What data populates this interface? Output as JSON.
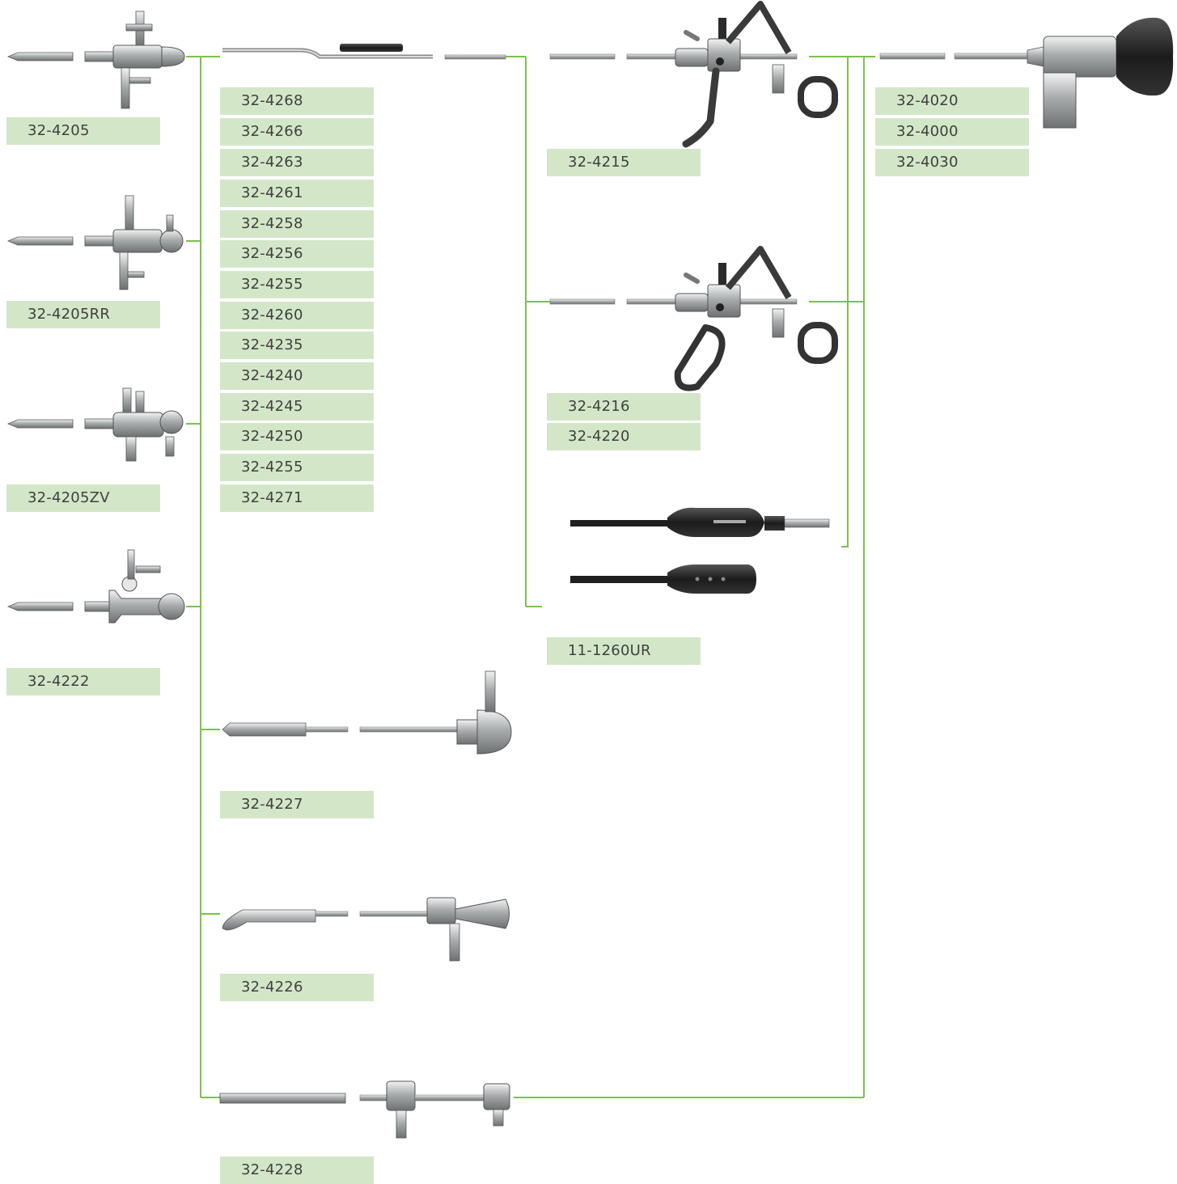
{
  "colors": {
    "connector": "#7dc14d",
    "label_bg": "#d3e7c8",
    "label_text": "#404040",
    "metal": "#b9bcbd",
    "dark": "#2a2a2a"
  },
  "sheaths": [
    "32-4205",
    "32-4205RR",
    "32-4205ZV",
    "32-4222"
  ],
  "obturators": [
    "32-4268",
    "32-4266",
    "32-4263",
    "32-4261",
    "32-4258",
    "32-4256",
    "32-4255",
    "32-4260",
    "32-4235",
    "32-4240",
    "32-4245",
    "32-4250",
    "32-4255",
    "32-4271"
  ],
  "bridges": [
    "32-4227",
    "32-4226",
    "32-4228"
  ],
  "working_elements": {
    "passive": [
      "32-4215"
    ],
    "active": [
      "32-4216",
      "32-4220"
    ]
  },
  "electrode_cable": [
    "11-1260UR"
  ],
  "telescopes": [
    "32-4020",
    "32-4000",
    "32-4030"
  ],
  "icons": [
    "resectoscope-sheath-icon",
    "obturator-icon",
    "bridge-icon",
    "working-element-icon",
    "hf-cable-icon",
    "telescope-icon"
  ]
}
